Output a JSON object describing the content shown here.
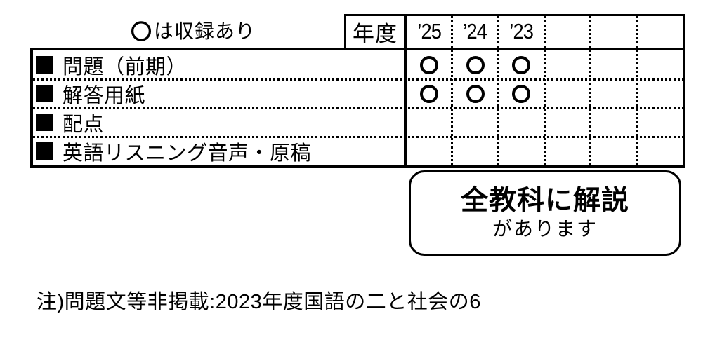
{
  "page": {
    "background": "#ffffff",
    "ink": "#000000"
  },
  "legend": {
    "symbol": "〇",
    "text": "は収録あり"
  },
  "header": {
    "year_label": "年度",
    "years": [
      "’25",
      "’24",
      "’23",
      "",
      "",
      ""
    ]
  },
  "table": {
    "rows": [
      {
        "label": "問題（前期）",
        "marks": [
          true,
          true,
          true,
          false,
          false,
          false
        ]
      },
      {
        "label": "解答用紙",
        "marks": [
          true,
          true,
          true,
          false,
          false,
          false
        ]
      },
      {
        "label": "配点",
        "marks": [
          false,
          false,
          false,
          false,
          false,
          false
        ]
      },
      {
        "label": "英語リスニング音声・原稿",
        "marks": [
          false,
          false,
          false,
          false,
          false,
          false
        ]
      }
    ]
  },
  "callout": {
    "line1": "全教科に解説",
    "line2": "があります"
  },
  "note": "注)問題文等非掲載:2023年度国語の二と社会の6"
}
